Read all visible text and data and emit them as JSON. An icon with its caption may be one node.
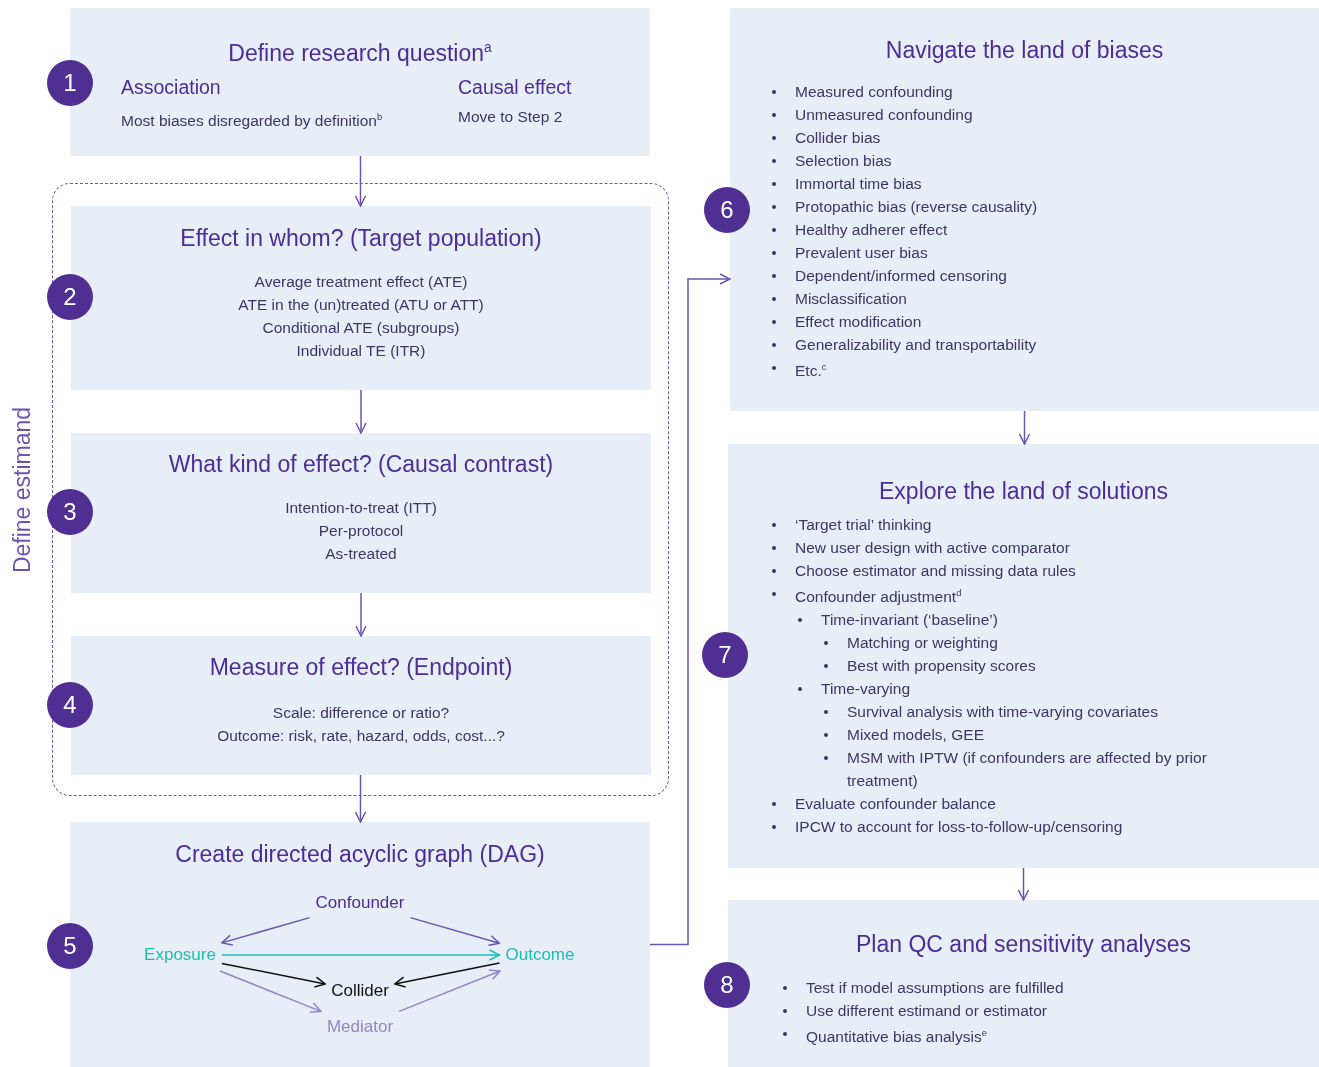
{
  "diagram": {
    "nodes": [
      {
        "text": [
          "Define research question$^{a}$",
          "Association",
          "Most biases disregarded by definition$^{b}$",
          "Causal effect",
          "Move to Step 2"
        ]
      },
      {
        "text": [
          "1"
        ]
      },
      {
        "text": [
          "Define estimand"
        ]
      },
      {
        "text": [
          "Effect in whom? (Target population)",
          "Average treatment effect (ATE)",
          "ATE in the (un)treated (ATU or ATT)",
          "Conditional ATE (subgroups)",
          "Individual TE (ITR)"
        ],
        "in": 2
      },
      {
        "text": [
          "2"
        ]
      },
      {
        "text": [
          "What kind of effect? (Causal contrast)",
          "Intention-to-treat (ITT)",
          "Per-protocol",
          "As-treated"
        ],
        "in": 2
      },
      {
        "text": [
          "3"
        ]
      },
      {
        "text": [
          "Measure of effect? (Endpoint)",
          "Scale: difference or ratio?",
          "Outcome: risk, rate, hazard, odds, cost...?"
        ],
        "in": 2
      },
      {
        "text": [
          "4"
        ]
      },
      {
        "text": [
          "Create directed acyclic graph (DAG)"
        ]
      },
      {
        "text": [
          "5"
        ]
      },
      {
        "text": [
          "Confounder"
        ],
        "in": 9
      },
      {
        "text": [
          "Exposure"
        ],
        "in": 9
      },
      {
        "text": [
          "Outcome"
        ],
        "in": 9
      },
      {
        "text": [
          "Collider"
        ],
        "in": 9
      },
      {
        "text": [
          "Mediator"
        ],
        "in": 9
      },
      {
        "text": [
          "Navigate the land of biases",
          "Measured confounding",
          "Unmeasured confounding",
          "Collider bias",
          "Selection bias",
          "Immortal time bias",
          "Protopathic bias (reverse causality)",
          "Healthy adherer effect",
          "Prevalent user bias",
          "Dependent/informed censoring",
          "Misclassification",
          "Effect modification",
          "Generalizability and transportability",
          "Etc.$^{c}$"
        ]
      },
      {
        "text": [
          "6"
        ]
      },
      {
        "text": [
          "Explore the land of solutions",
          "‘Target trial’ thinking",
          "New user design with active comparator",
          "Choose estimator and missing data rules",
          "Confounder adjustment$^{d}$",
          "Time-invariant (‘baseline’)",
          "Matching or weighting",
          "Best with propensity scores",
          "Time-varying",
          "Survival analysis with time-varying covariates",
          "Mixed models, GEE",
          "MSM with IPTW (if confounders are affected by prior treatment)",
          "Evaluate confounder balance",
          "IPCW to account for loss-to-follow-up/censoring"
        ]
      },
      {
        "text": [
          "7"
        ]
      },
      {
        "text": [
          "Plan QC and sensitivity analyses",
          "Test if model assumptions are fulfilled",
          "Use different estimand or estimator",
          "Quantitative bias analysis$^{e}$"
        ]
      },
      {
        "text": [
          "8"
        ]
      }
    ],
    "edges": [
      {
        "from": 0,
        "to": 3,
        "arrow": "to"
      },
      {
        "from": 3,
        "to": 5,
        "arrow": "to"
      },
      {
        "from": 5,
        "to": 7,
        "arrow": "to"
      },
      {
        "from": 7,
        "to": 9,
        "arrow": "to"
      },
      {
        "from": 9,
        "to": 16,
        "arrow": "to"
      },
      {
        "from": 16,
        "to": 18,
        "arrow": "to"
      },
      {
        "from": 18,
        "to": 20,
        "arrow": "to"
      },
      {
        "from": 11,
        "to": 12,
        "arrow": "to"
      },
      {
        "from": 11,
        "to": 13,
        "arrow": "to"
      },
      {
        "from": 12,
        "to": 13,
        "arrow": "to",
        "color": "#1bbcb3"
      },
      {
        "from": 12,
        "to": 14,
        "arrow": "to",
        "color": "#111111"
      },
      {
        "from": 13,
        "to": 14,
        "arrow": "to",
        "color": "#111111"
      },
      {
        "from": 12,
        "to": 15,
        "arrow": "to",
        "color": "#9484c8"
      },
      {
        "from": 15,
        "to": 13,
        "arrow": "to",
        "color": "#9484c8"
      }
    ]
  }
}
